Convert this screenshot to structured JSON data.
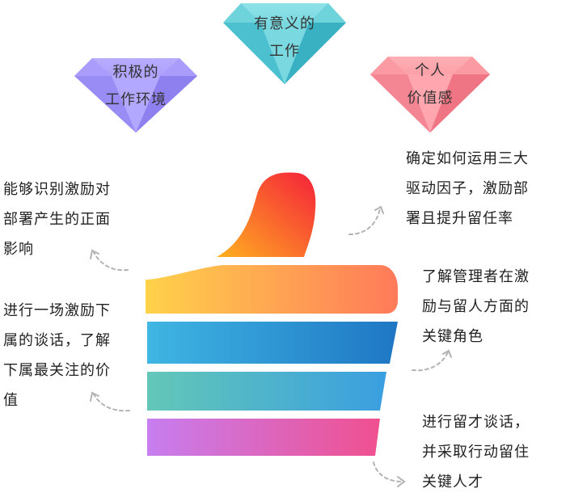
{
  "gems": [
    {
      "id": "positive-env",
      "lines": [
        "积极的",
        "工作环境"
      ],
      "color": "#9b8cf4"
    },
    {
      "id": "meaningful-work",
      "lines": [
        "有意义的",
        "工作"
      ],
      "color": "#5cc9d3"
    },
    {
      "id": "personal-value",
      "lines": [
        "个人",
        "价值感"
      ],
      "color": "#f6858f"
    }
  ],
  "notes": {
    "left_top": [
      "能够识别激励对",
      "部署产生的正面",
      "影响"
    ],
    "left_bottom": [
      "进行一场激励下",
      "属的谈话，了解",
      "下属最关注的价",
      "值"
    ],
    "right_top": [
      "确定如何运用三大",
      "驱动因子，激励部",
      "署且提升留任率"
    ],
    "right_middle": [
      "了解管理者在激",
      "励与留人方面的",
      "关键角色"
    ],
    "right_bottom": [
      "进行留才谈话，",
      "并采取行动留住",
      "关键人才"
    ]
  },
  "colors": {
    "thumb_top": [
      "#f5213a",
      "#ffb020"
    ],
    "band1": [
      "#ffd24a",
      "#ff7a5a"
    ],
    "band2": [
      "#3fb6e3",
      "#1f77c4"
    ],
    "band3": [
      "#63c7b8",
      "#3a9fe0"
    ],
    "band4": [
      "#c77ef0",
      "#f0508f"
    ]
  }
}
